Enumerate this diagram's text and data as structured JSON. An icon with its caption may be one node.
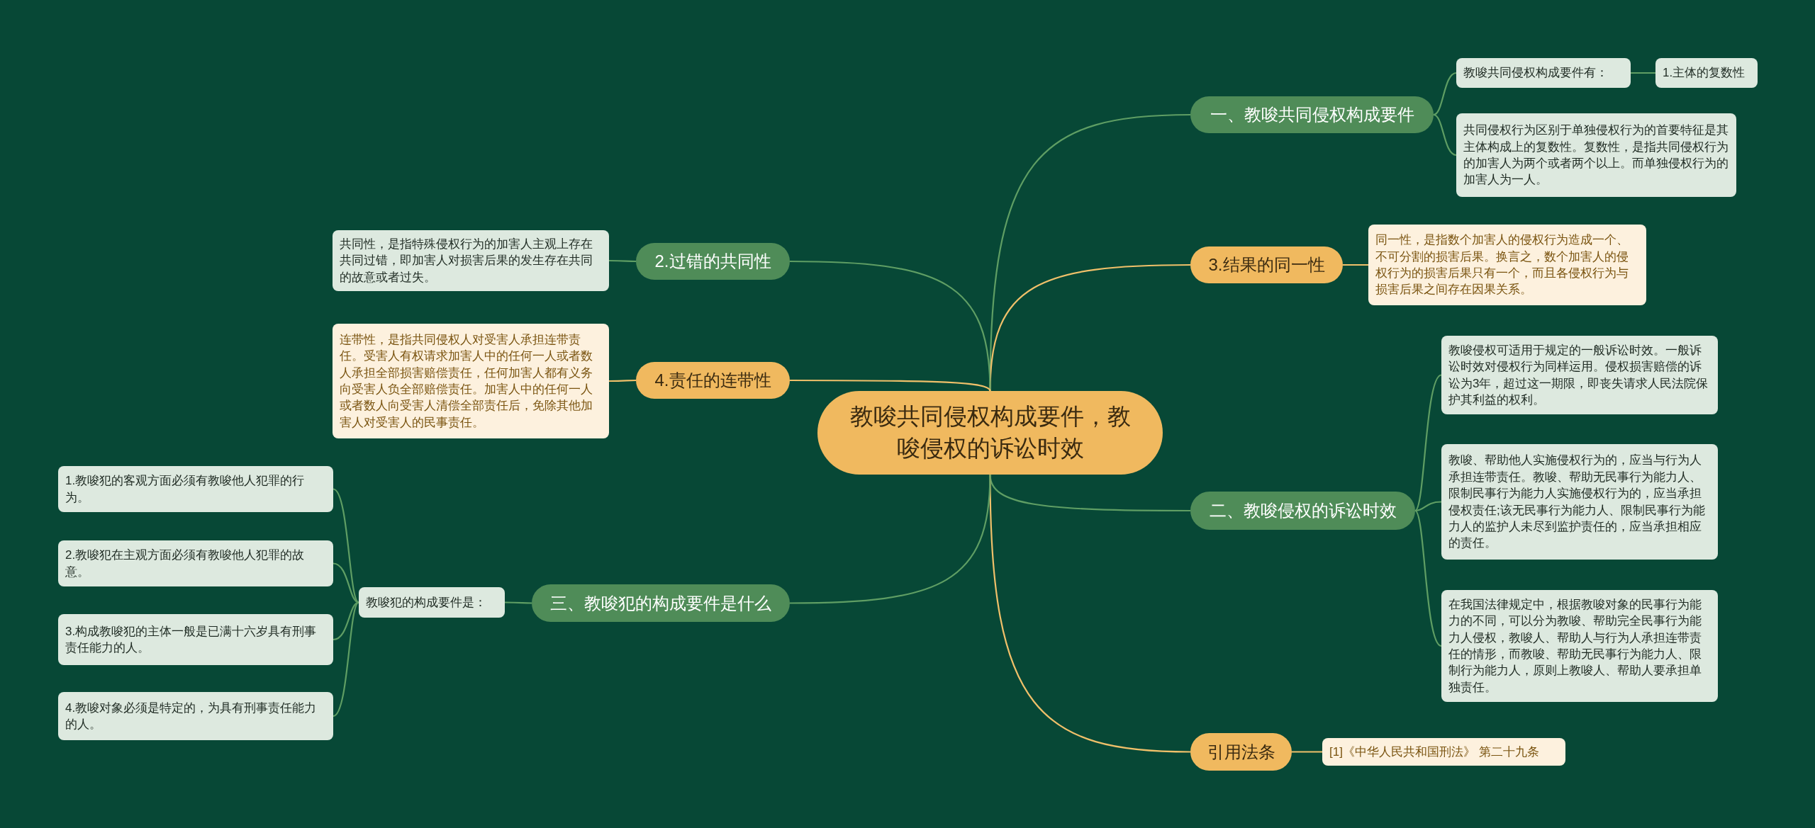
{
  "diagram": {
    "nodes": [
      {
        "text": [
          "教唆共同侵权构成要件，教唆侵权的诉讼时效"
        ]
      },
      {
        "text": [
          "一、教唆共同侵权构成要件"
        ]
      },
      {
        "text": [
          "教唆共同侵权构成要件有："
        ]
      },
      {
        "text": [
          "1.主体的复数性"
        ]
      },
      {
        "text": [
          "共同侵权行为区别于单独侵权行为的首要特征是其主体构成上的复数性。复数性，是指共同侵权行为的加害人为两个或者两个以上。而单独侵权行为的加害人为一人。"
        ]
      },
      {
        "text": [
          "3.结果的同一性"
        ]
      },
      {
        "text": [
          "同一性，是指数个加害人的侵权行为造成一个、不可分割的损害后果。换言之，数个加害人的侵权行为的损害后果只有一个，而且各侵权行为与损害后果之间存在因果关系。"
        ]
      },
      {
        "text": [
          "二、教唆侵权的诉讼时效"
        ]
      },
      {
        "text": [
          "教唆侵权可适用于规定的一般诉讼时效。一般诉讼时效对侵权行为同样运用。侵权损害赔偿的诉讼为3年，超过这一期限，即丧失请求人民法院保护其利益的权利。"
        ]
      },
      {
        "text": [
          "教唆、帮助他人实施侵权行为的，应当与行为人承担连带责任。教唆、帮助无民事行为能力人、限制民事行为能力人实施侵权行为的，应当承担侵权责任;该无民事行为能力人、限制民事行为能力人的监护人未尽到监护责任的，应当承担相应的责任。"
        ]
      },
      {
        "text": [
          "在我国法律规定中，根据教唆对象的民事行为能力的不同，可以分为教唆、帮助完全民事行为能力人侵权，教唆人、帮助人与行为人承担连带责任的情形，而教唆、帮助无民事行为能力人、限制行为能力人，原则上教唆人、帮助人要承担单独责任。"
        ]
      },
      {
        "text": [
          "引用法条"
        ]
      },
      {
        "text": [
          "[1]《中华人民共和国刑法》 第二十九条"
        ]
      },
      {
        "text": [
          "2.过错的共同性"
        ]
      },
      {
        "text": [
          "共同性，是指特殊侵权行为的加害人主观上存在共同过错，即加害人对损害后果的发生存在共同的故意或者过失。"
        ]
      },
      {
        "text": [
          "4.责任的连带性"
        ]
      },
      {
        "text": [
          "连带性，是指共同侵权人对受害人承担连带责任。受害人有权请求加害人中的任何一人或者数人承担全部损害赔偿责任，任何加害人都有义务向受害人负全部赔偿责任。加害人中的任何一人或者数人向受害人清偿全部责任后，免除其他加害人对受害人的民事责任。"
        ]
      },
      {
        "text": [
          "三、教唆犯的构成要件是什么"
        ]
      },
      {
        "text": [
          "教唆犯的构成要件是："
        ]
      },
      {
        "text": [
          "1.教唆犯的客观方面必须有教唆他人犯罪的行为。"
        ]
      },
      {
        "text": [
          "2.教唆犯在主观方面必须有教唆他人犯罪的故意。"
        ]
      },
      {
        "text": [
          "3.构成教唆犯的主体一般是已满十六岁具有刑事责任能力的人。"
        ]
      },
      {
        "text": [
          "4.教唆对象必须是特定的，为具有刑事责任能力的人。"
        ]
      }
    ],
    "edges": [
      {
        "from": 0,
        "to": 1,
        "arrow": "none"
      },
      {
        "from": 1,
        "to": 2,
        "arrow": "none"
      },
      {
        "from": 2,
        "to": 3,
        "arrow": "none"
      },
      {
        "from": 1,
        "to": 4,
        "arrow": "none"
      },
      {
        "from": 0,
        "to": 5,
        "arrow": "none",
        "color": "#f0c06a"
      },
      {
        "from": 5,
        "to": 6,
        "arrow": "none",
        "color": "#f0c06a"
      },
      {
        "from": 0,
        "to": 7,
        "arrow": "none"
      },
      {
        "from": 7,
        "to": 8,
        "arrow": "none"
      },
      {
        "from": 7,
        "to": 9,
        "arrow": "none"
      },
      {
        "from": 7,
        "to": 10,
        "arrow": "none"
      },
      {
        "from": 0,
        "to": 11,
        "arrow": "none",
        "color": "#f0c06a"
      },
      {
        "from": 11,
        "to": 12,
        "arrow": "none",
        "color": "#f0c06a"
      },
      {
        "from": 0,
        "to": 13,
        "arrow": "none"
      },
      {
        "from": 13,
        "to": 14,
        "arrow": "none"
      },
      {
        "from": 0,
        "to": 15,
        "arrow": "none",
        "color": "#f0c06a"
      },
      {
        "from": 15,
        "to": 16,
        "arrow": "none",
        "color": "#f0c06a"
      },
      {
        "from": 0,
        "to": 17,
        "arrow": "none"
      },
      {
        "from": 17,
        "to": 18,
        "arrow": "none"
      },
      {
        "from": 18,
        "to": 19,
        "arrow": "none"
      },
      {
        "from": 18,
        "to": 20,
        "arrow": "none"
      },
      {
        "from": 18,
        "to": 21,
        "arrow": "none"
      },
      {
        "from": 18,
        "to": 22,
        "arrow": "none"
      }
    ]
  }
}
